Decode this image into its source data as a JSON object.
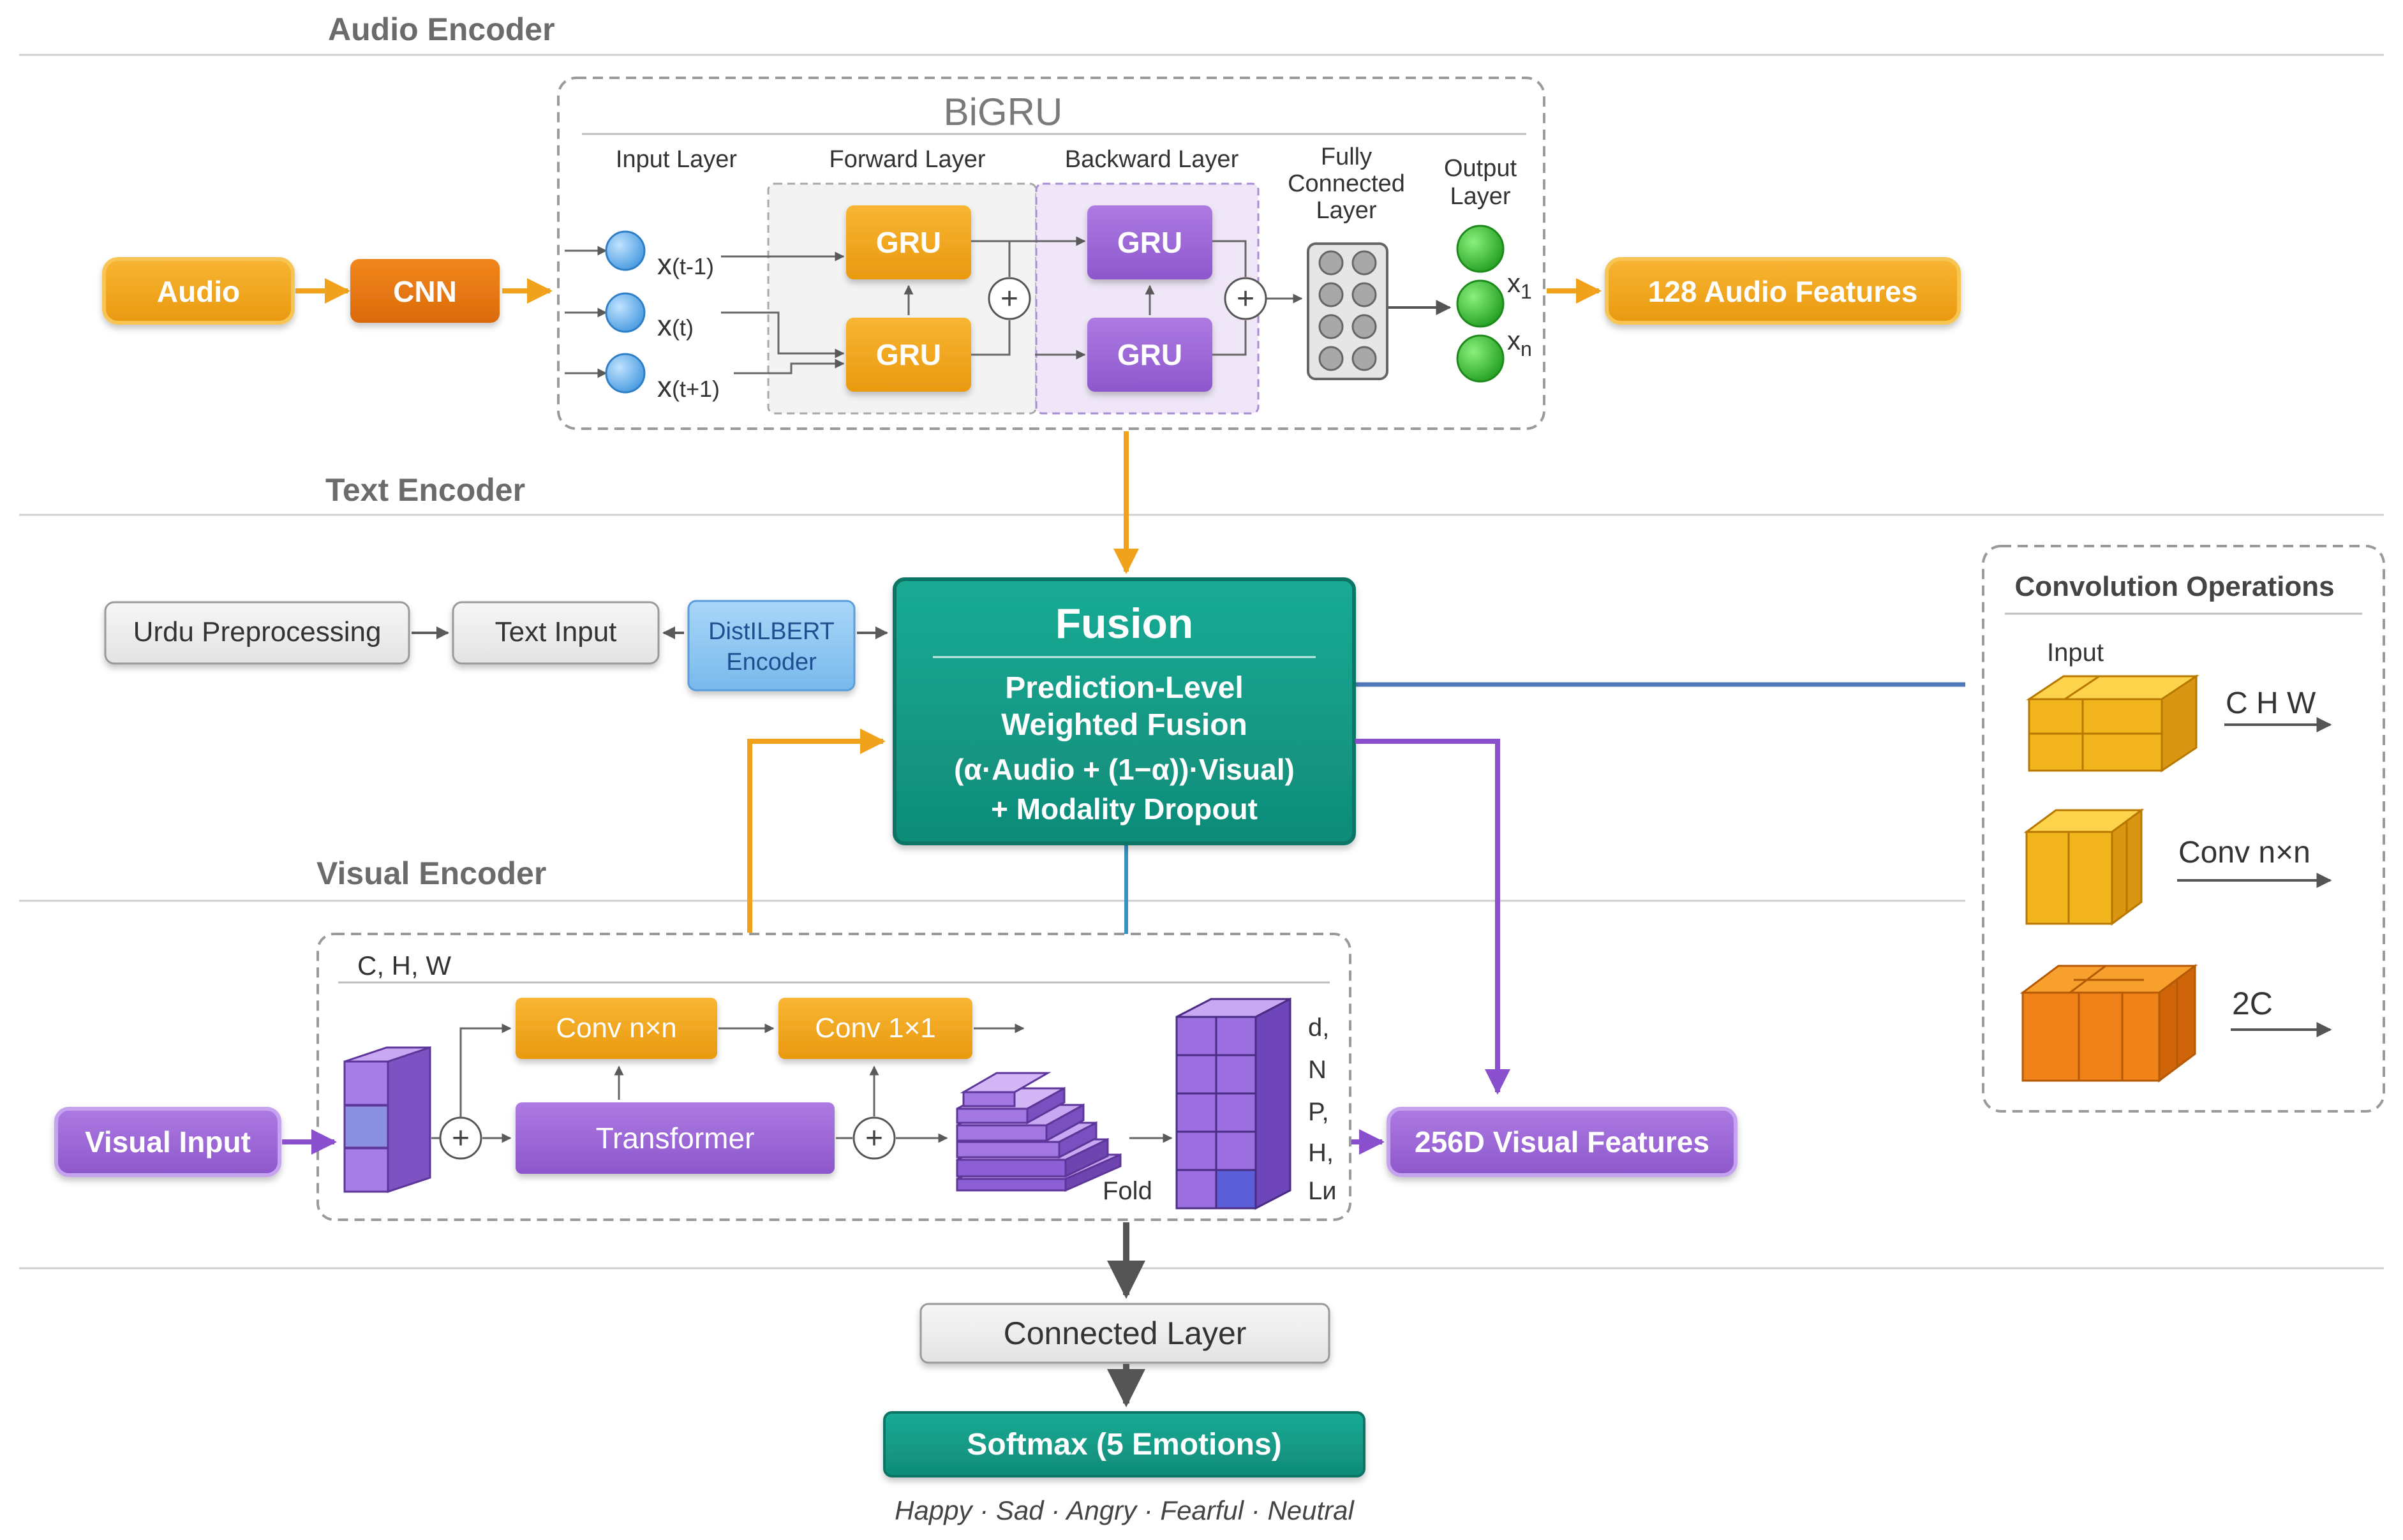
{
  "sections": {
    "audio": "Audio Encoder",
    "text": "Text Encoder",
    "visual": "Visual Encoder"
  },
  "audio": {
    "input": "Audio",
    "cnn": "CNN",
    "bigru_title": "BiGRU",
    "col_input": "Input Layer",
    "col_forward": "Forward Layer",
    "col_backward": "Backward Layer",
    "col_fc": [
      "Fully",
      "Connected",
      "Layer"
    ],
    "col_output": [
      "Output",
      "Layer"
    ],
    "x_prev": "x",
    "x_prev_sub": "(t-1)",
    "x_t": "x",
    "x_t_sub": "(t)",
    "x_next": "x",
    "x_next_sub": "(t+1)",
    "gru": "GRU",
    "plus": "+",
    "out_1": "x",
    "out_1_sub": "1",
    "out_n": "x",
    "out_n_sub": "n",
    "features": "128 Audio Features"
  },
  "text": {
    "preprocessing": "Urdu Preprocessing",
    "input": "Text Input",
    "encoder_line1": "DistILBERT",
    "encoder_line2": "Encoder"
  },
  "fusion": {
    "title": "Fusion",
    "line1": "Prediction-Level",
    "line2": "Weighted Fusion",
    "line3": "(α·Audio + (1−α))·Visual)",
    "line4": "+ Modality Dropout"
  },
  "conv_ops": {
    "title": "Convolution Operations",
    "input": "Input",
    "chw": "C H W",
    "conv": "Conv n×n",
    "two_c": "2C"
  },
  "visual": {
    "input": "Visual Input",
    "chw_label": "C, H, W",
    "conv_nxn": "Conv n×n",
    "conv_1x1": "Conv 1×1",
    "transformer": "Transformer",
    "fold": "Fold",
    "dims": [
      "d,",
      "N",
      "P,",
      "H,",
      "Lᴎ"
    ],
    "features": "256D Visual Features"
  },
  "output": {
    "connected": "Connected Layer",
    "softmax": "Softmax (5 Emotions)",
    "emotions": "Happy · Sad · Angry · Fearful · Neutral"
  },
  "colors": {
    "orange": "#f0a21c",
    "dark_orange": "#e8750e",
    "purple": "#9b66d6",
    "teal": "#149a86",
    "blue_line": "#4f78b8",
    "green": "#3fba3a",
    "light_blue": "#8cc6f2"
  }
}
